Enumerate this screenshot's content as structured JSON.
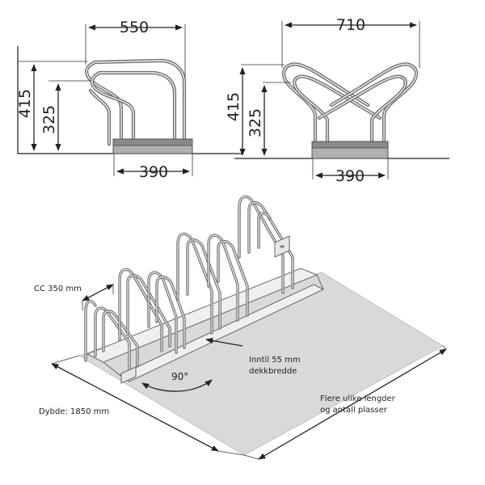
{
  "side_view": {
    "width_label": "550",
    "height_label": "415",
    "inner_height_label": "325",
    "base_label": "390"
  },
  "front_view": {
    "width_label": "710",
    "height_label": "415",
    "inner_height_label": "325",
    "base_label": "390"
  },
  "iso_view": {
    "spacing_label": "CC 350 mm",
    "tire_width_line1": "Inntil 55 mm",
    "tire_width_line2": "dekkbredde",
    "angle_label": "90°",
    "depth_label": "Dybde: 1850 mm",
    "length_line1": "Flere ulike lengder",
    "length_line2": "og antall plasser"
  },
  "colors": {
    "steel": "#6e6e6e",
    "ground_shade": "#d9d9d9",
    "line": "#222222"
  }
}
